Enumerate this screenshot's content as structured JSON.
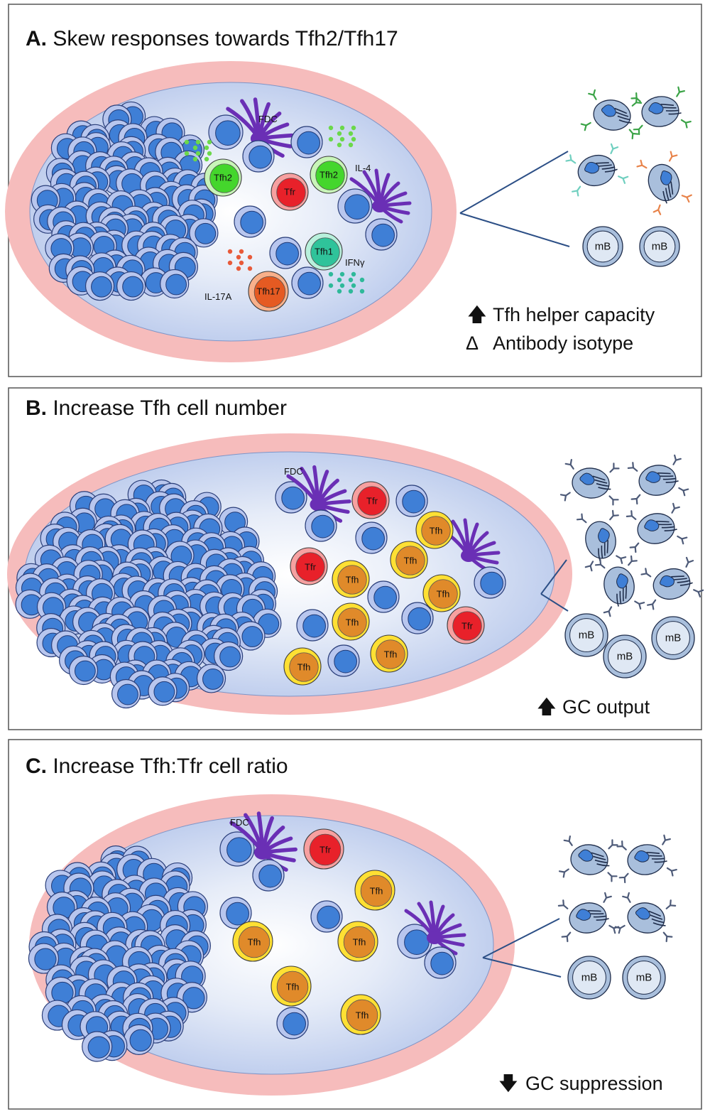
{
  "colors": {
    "panel_border": "#555555",
    "gc_outer": "#f6bcbc",
    "gc_inner": "#c9d6f0",
    "bcell": "#3f7fd6",
    "bcell_ring": "#b8c6ee",
    "fdc": "#6a2fb5",
    "tfh": "#e08a2a",
    "tfh_ring": "#ffe033",
    "tfr": "#e8212a",
    "tfr_ring": "#f7a0a0",
    "tfh2": "#44d62c",
    "tfh2_ring": "#c8f5b8",
    "tfh1": "#2fc39a",
    "tfh1_ring": "#b8f0dc",
    "tfh17": "#e55a22",
    "tfh17_ring": "#f8b08a",
    "arrow": "#2c4f86",
    "plasma": "#a9bfdc",
    "mb": "#dfe8f4",
    "il4_dots": "#6bd84a",
    "il17_dots": "#e85a3a",
    "ifng_dots": "#2fb99a"
  },
  "panelA": {
    "letter": "A.",
    "title": "Skew responses towards Tfh2/Tfh17",
    "labels": {
      "fdc": "FDC",
      "il4": "IL-4",
      "il17a": "IL-17A",
      "ifng": "IFNγ",
      "tfh2": "Tfh2",
      "tfr": "Tfr",
      "tfh1": "Tfh1",
      "tfh17": "Tfh17",
      "mb": "mB"
    },
    "outcome_symbol_1": "🡅",
    "outcome_1": "Tfh helper capacity",
    "outcome_symbol_2": "Δ",
    "outcome_2": "Antibody isotype"
  },
  "panelB": {
    "letter": "B.",
    "title": "Increase Tfh cell number",
    "labels": {
      "fdc": "FDC",
      "tfh": "Tfh",
      "tfr": "Tfr",
      "mb": "mB"
    },
    "outcome_symbol": "🡅",
    "outcome": "GC output"
  },
  "panelC": {
    "letter": "C.",
    "title": "Increase Tfh:Tfr cell ratio",
    "labels": {
      "fdc": "FDC",
      "tfh": "Tfh",
      "tfr": "Tfr",
      "mb": "mB"
    },
    "outcome_symbol": "🡇",
    "outcome": "GC suppression"
  }
}
